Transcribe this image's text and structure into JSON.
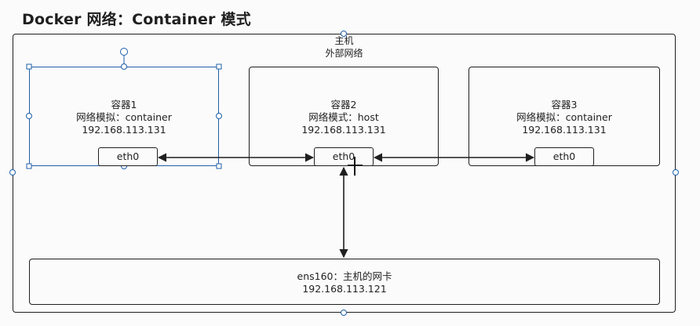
{
  "title": "Docker 网络：Container 模式",
  "host": {
    "label": "主机",
    "sublabel": "外部网络"
  },
  "containers": [
    {
      "name": "容器1",
      "mode": "网络模拟：container",
      "ip": "192.168.113.131",
      "iface": "eth0"
    },
    {
      "name": "容器2",
      "mode": "网络模式：host",
      "ip": "192.168.113.131",
      "iface": "eth0"
    },
    {
      "name": "容器3",
      "mode": "网络模拟：container",
      "ip": "192.168.113.131",
      "iface": "eth0"
    }
  ],
  "nic": {
    "label": "ens160：主机的网卡",
    "ip": "192.168.113.121"
  },
  "colors": {
    "stroke": "#1f1f1f",
    "selection": "#1f5fa8",
    "background": "#fbfbfb"
  }
}
